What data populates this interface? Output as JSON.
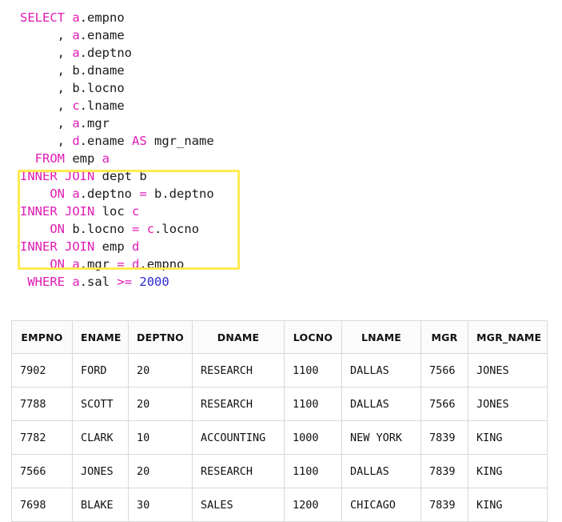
{
  "sql": {
    "language": "sql",
    "lines": [
      [
        {
          "t": "SELECT",
          "c": "kw"
        },
        {
          "t": " ",
          "c": "plain"
        },
        {
          "t": "a",
          "c": "alias"
        },
        {
          "t": ".empno",
          "c": "plain"
        }
      ],
      [
        {
          "t": "     , ",
          "c": "plain"
        },
        {
          "t": "a",
          "c": "alias"
        },
        {
          "t": ".ename",
          "c": "plain"
        }
      ],
      [
        {
          "t": "     , ",
          "c": "plain"
        },
        {
          "t": "a",
          "c": "alias"
        },
        {
          "t": ".deptno",
          "c": "plain"
        }
      ],
      [
        {
          "t": "     , b.dname",
          "c": "plain"
        }
      ],
      [
        {
          "t": "     , b.locno",
          "c": "plain"
        }
      ],
      [
        {
          "t": "     , ",
          "c": "plain"
        },
        {
          "t": "c",
          "c": "alias"
        },
        {
          "t": ".lname",
          "c": "plain"
        }
      ],
      [
        {
          "t": "     , ",
          "c": "plain"
        },
        {
          "t": "a",
          "c": "alias"
        },
        {
          "t": ".mgr",
          "c": "plain"
        }
      ],
      [
        {
          "t": "     , ",
          "c": "plain"
        },
        {
          "t": "d",
          "c": "alias"
        },
        {
          "t": ".ename ",
          "c": "plain"
        },
        {
          "t": "AS",
          "c": "kw"
        },
        {
          "t": " mgr_name",
          "c": "plain"
        }
      ],
      [
        {
          "t": "  ",
          "c": "plain"
        },
        {
          "t": "FROM",
          "c": "kw"
        },
        {
          "t": " emp ",
          "c": "plain"
        },
        {
          "t": "a",
          "c": "alias"
        }
      ],
      [
        {
          "t": "INNER JOIN",
          "c": "kw"
        },
        {
          "t": " dept b",
          "c": "plain"
        }
      ],
      [
        {
          "t": "    ",
          "c": "plain"
        },
        {
          "t": "ON",
          "c": "kw"
        },
        {
          "t": " ",
          "c": "plain"
        },
        {
          "t": "a",
          "c": "alias"
        },
        {
          "t": ".deptno ",
          "c": "plain"
        },
        {
          "t": "=",
          "c": "op"
        },
        {
          "t": " b.deptno",
          "c": "plain"
        }
      ],
      [
        {
          "t": "INNER JOIN",
          "c": "kw"
        },
        {
          "t": " loc ",
          "c": "plain"
        },
        {
          "t": "c",
          "c": "alias"
        }
      ],
      [
        {
          "t": "    ",
          "c": "plain"
        },
        {
          "t": "ON",
          "c": "kw"
        },
        {
          "t": " b.locno ",
          "c": "plain"
        },
        {
          "t": "=",
          "c": "op"
        },
        {
          "t": " ",
          "c": "plain"
        },
        {
          "t": "c",
          "c": "alias"
        },
        {
          "t": ".locno",
          "c": "plain"
        }
      ],
      [
        {
          "t": "INNER JOIN",
          "c": "kw"
        },
        {
          "t": " emp ",
          "c": "plain"
        },
        {
          "t": "d",
          "c": "alias"
        }
      ],
      [
        {
          "t": "    ",
          "c": "plain"
        },
        {
          "t": "ON",
          "c": "kw"
        },
        {
          "t": " ",
          "c": "plain"
        },
        {
          "t": "a",
          "c": "alias"
        },
        {
          "t": ".mgr ",
          "c": "plain"
        },
        {
          "t": "=",
          "c": "op"
        },
        {
          "t": " ",
          "c": "plain"
        },
        {
          "t": "d",
          "c": "alias"
        },
        {
          "t": ".empno",
          "c": "plain"
        }
      ],
      [
        {
          "t": " ",
          "c": "plain"
        },
        {
          "t": "WHERE",
          "c": "kw"
        },
        {
          "t": " ",
          "c": "plain"
        },
        {
          "t": "a",
          "c": "alias"
        },
        {
          "t": ".sal ",
          "c": "plain"
        },
        {
          "t": ">=",
          "c": "op"
        },
        {
          "t": " ",
          "c": "plain"
        },
        {
          "t": "2000",
          "c": "num"
        }
      ]
    ]
  },
  "highlight": {
    "label": "inner-join-clauses-highlight",
    "border_color": "#ffeb52",
    "covers_lines": [
      "INNER JOIN dept b",
      "    ON a.deptno = b.deptno",
      "INNER JOIN loc c",
      "    ON b.locno = c.locno",
      "INNER JOIN emp d",
      "    ON a.mgr = d.empno"
    ]
  },
  "colors": {
    "keyword": "#e01cb4",
    "alias": "#e01cb4",
    "operator": "#e01cb4",
    "number": "#2b2bd4",
    "text": "#1a1a1a",
    "highlight_border": "#ffeb52",
    "table_border": "#d9d9d9",
    "table_header_bg": "#fbfbfb"
  },
  "result_table": {
    "columns": [
      "EMPNO",
      "ENAME",
      "DEPTNO",
      "DNAME",
      "LOCNO",
      "LNAME",
      "MGR",
      "MGR_NAME"
    ],
    "rows": [
      [
        "7902",
        "FORD",
        "20",
        "RESEARCH",
        "1100",
        "DALLAS",
        "7566",
        "JONES"
      ],
      [
        "7788",
        "SCOTT",
        "20",
        "RESEARCH",
        "1100",
        "DALLAS",
        "7566",
        "JONES"
      ],
      [
        "7782",
        "CLARK",
        "10",
        "ACCOUNTING",
        "1000",
        "NEW YORK",
        "7839",
        "KING"
      ],
      [
        "7566",
        "JONES",
        "20",
        "RESEARCH",
        "1100",
        "DALLAS",
        "7839",
        "KING"
      ],
      [
        "7698",
        "BLAKE",
        "30",
        "SALES",
        "1200",
        "CHICAGO",
        "7839",
        "KING"
      ]
    ]
  }
}
